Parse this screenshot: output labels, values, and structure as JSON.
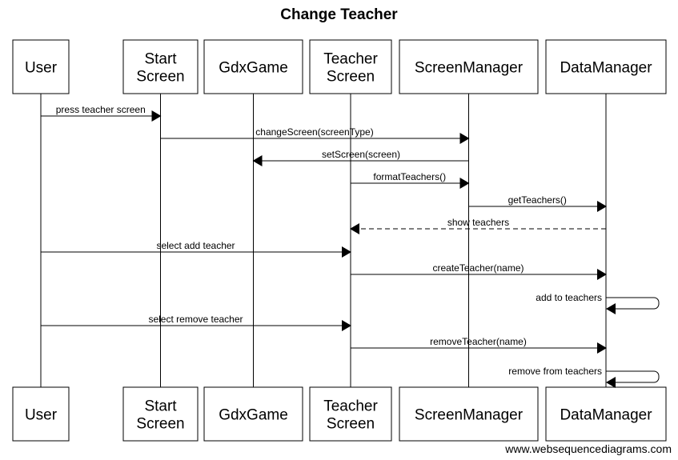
{
  "title": "Change Teacher",
  "watermark": "www.websequencediagrams.com",
  "participants": [
    {
      "id": "user",
      "lines": [
        "User"
      ]
    },
    {
      "id": "start",
      "lines": [
        "Start",
        "Screen"
      ]
    },
    {
      "id": "gdx",
      "lines": [
        "GdxGame"
      ]
    },
    {
      "id": "teacher",
      "lines": [
        "Teacher",
        "Screen"
      ]
    },
    {
      "id": "sm",
      "lines": [
        "ScreenManager"
      ]
    },
    {
      "id": "dm",
      "lines": [
        "DataManager"
      ]
    }
  ],
  "messages": [
    {
      "from": "user",
      "to": "start",
      "label": "press teacher screen",
      "style": "solid"
    },
    {
      "from": "start",
      "to": "sm",
      "label": "changeScreen(screenType)",
      "style": "solid"
    },
    {
      "from": "sm",
      "to": "gdx",
      "label": "setScreen(screen)",
      "style": "solid"
    },
    {
      "from": "teacher",
      "to": "sm",
      "label": "formatTeachers()",
      "style": "solid"
    },
    {
      "from": "sm",
      "to": "dm",
      "label": "getTeachers()",
      "style": "solid"
    },
    {
      "from": "dm",
      "to": "teacher",
      "label": "show teachers",
      "style": "dashed"
    },
    {
      "from": "user",
      "to": "teacher",
      "label": "select add teacher",
      "style": "solid"
    },
    {
      "from": "teacher",
      "to": "dm",
      "label": "createTeacher(name)",
      "style": "solid"
    },
    {
      "from": "dm",
      "to": "dm",
      "label": "add to teachers",
      "style": "self"
    },
    {
      "from": "user",
      "to": "teacher",
      "label": "select remove teacher",
      "style": "solid"
    },
    {
      "from": "teacher",
      "to": "dm",
      "label": "removeTeacher(name)",
      "style": "solid"
    },
    {
      "from": "dm",
      "to": "dm",
      "label": "remove from teachers",
      "style": "self"
    }
  ]
}
